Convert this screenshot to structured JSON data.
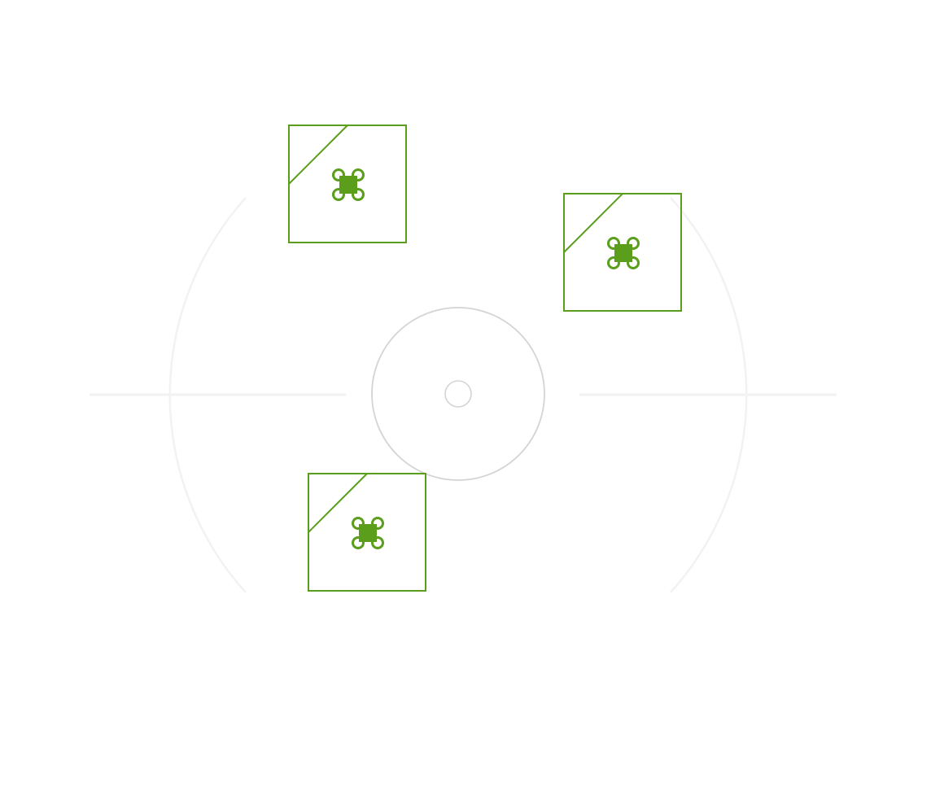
{
  "colors": {
    "background": "#ffffff",
    "guide_faint": "#f2f2f2",
    "guide_ring": "#d4d4d4",
    "drone_accent": "#5a9e1c"
  },
  "icons": {
    "drone": "quadcopter-icon",
    "center": "home-point-icon"
  },
  "drones": [
    {
      "id": "drone-1",
      "icon": "quadcopter-icon"
    },
    {
      "id": "drone-2",
      "icon": "quadcopter-icon"
    },
    {
      "id": "drone-3",
      "icon": "quadcopter-icon"
    }
  ]
}
